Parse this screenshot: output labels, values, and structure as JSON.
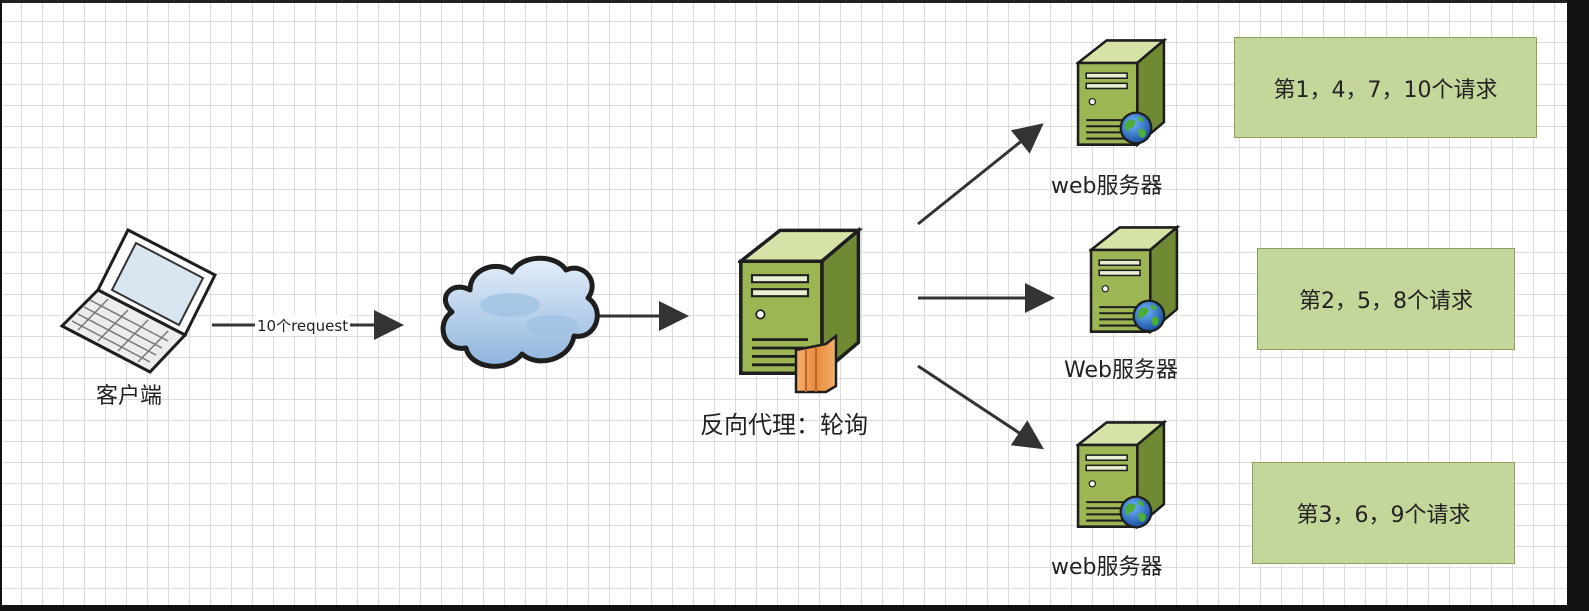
{
  "client": {
    "label": "客户端"
  },
  "edge": {
    "label": "10个request"
  },
  "proxy": {
    "label": "反向代理：轮询"
  },
  "servers": [
    {
      "label": "web服务器",
      "note": "第1，4，7，10个请求"
    },
    {
      "label": "Web服务器",
      "note": "第2，5，8个请求"
    },
    {
      "label": "web服务器",
      "note": "第3，6，9个请求"
    }
  ],
  "colors": {
    "server_green": "#9cb654",
    "note_fill": "#c4d79b",
    "cloud_blue": "#a9c8e6",
    "firewall_orange": "#e98a3e"
  }
}
